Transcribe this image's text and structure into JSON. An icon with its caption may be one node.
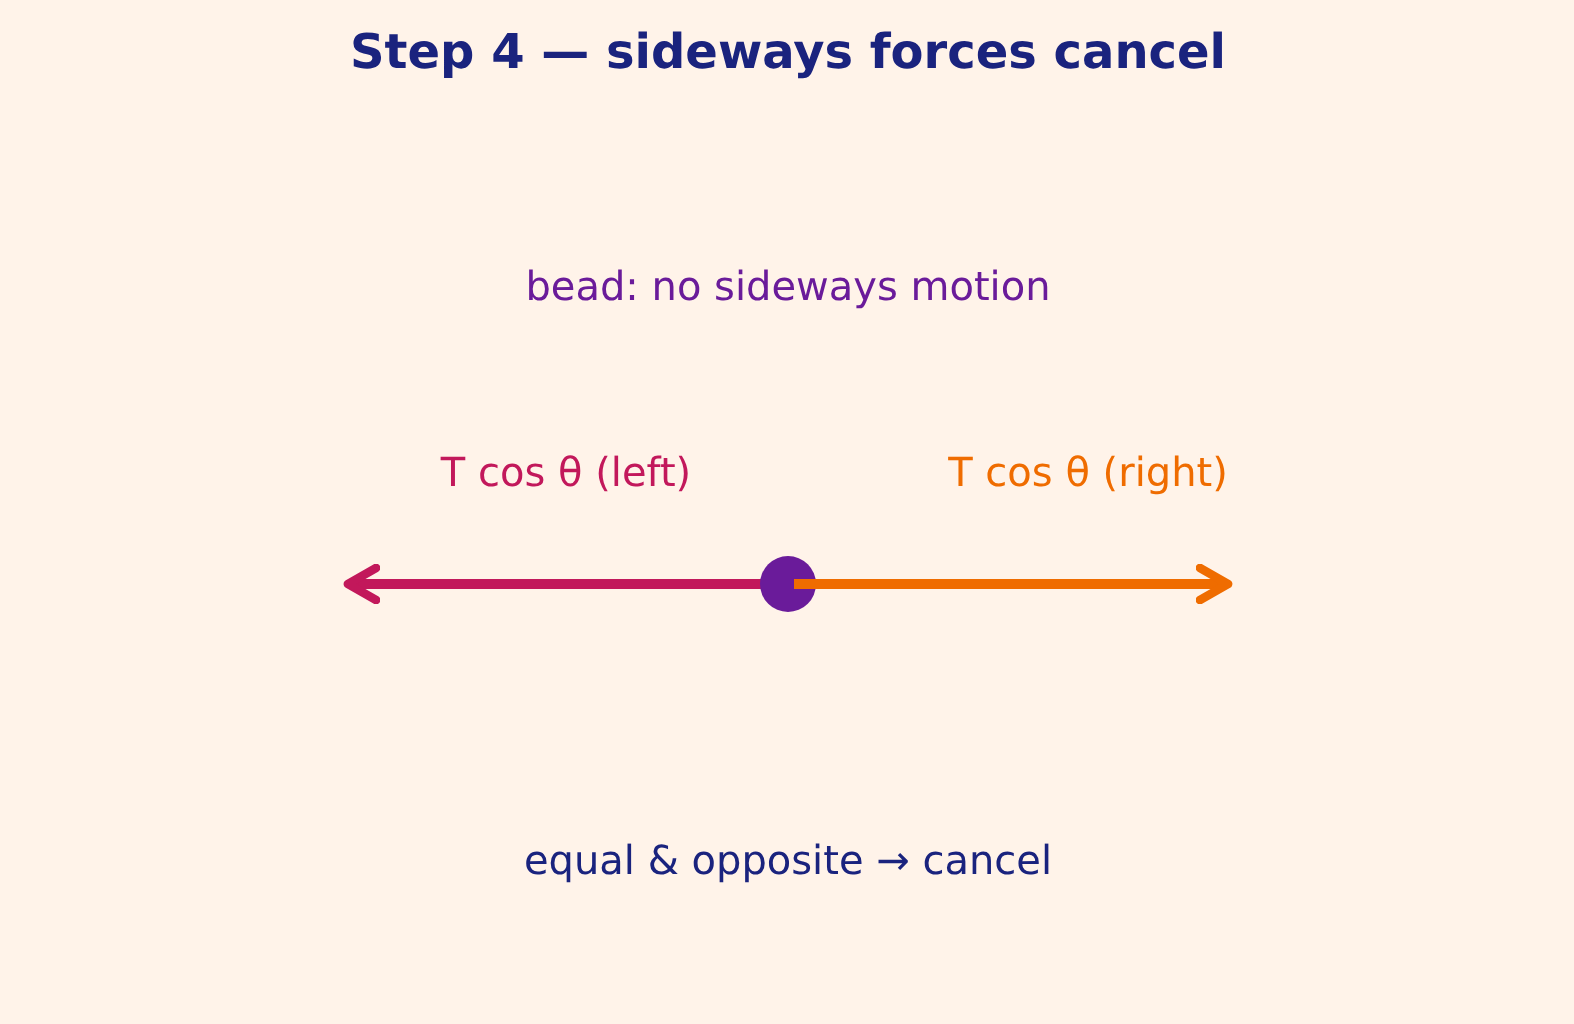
{
  "diagram": {
    "title": "Step 4 — sideways forces cancel",
    "labels": [
      "bead: no sideways motion",
      "T cos θ (left)",
      "T cos θ (right)",
      "equal & opposite → cancel"
    ]
  }
}
